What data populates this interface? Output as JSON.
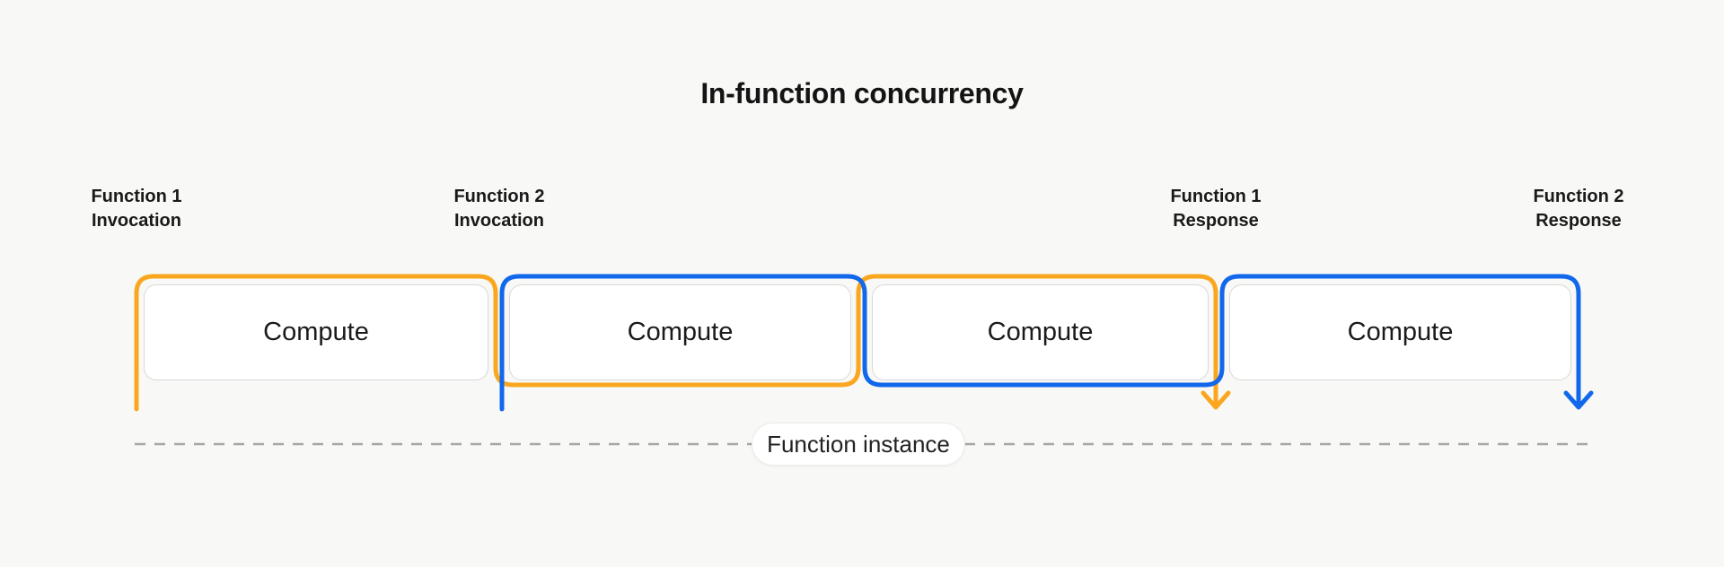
{
  "diagram": {
    "title": "In-function concurrency",
    "event_labels": [
      {
        "line1": "Function 1",
        "line2": "Invocation"
      },
      {
        "line1": "Function 2",
        "line2": "Invocation"
      },
      {
        "line1": "Function 1",
        "line2": "Response"
      },
      {
        "line1": "Function 2",
        "line2": "Response"
      }
    ],
    "compute_boxes": [
      {
        "label": "Compute"
      },
      {
        "label": "Compute"
      },
      {
        "label": "Compute"
      },
      {
        "label": "Compute"
      }
    ],
    "instance_lane": {
      "badge_label": "Function instance"
    },
    "legend_colors": {
      "function1_accent": "#FAA71F",
      "function2_accent": "#1168EB",
      "background": "#F8F8F6",
      "box_border": "#D8D8D8",
      "dash_line": "#A6A6A6"
    }
  }
}
